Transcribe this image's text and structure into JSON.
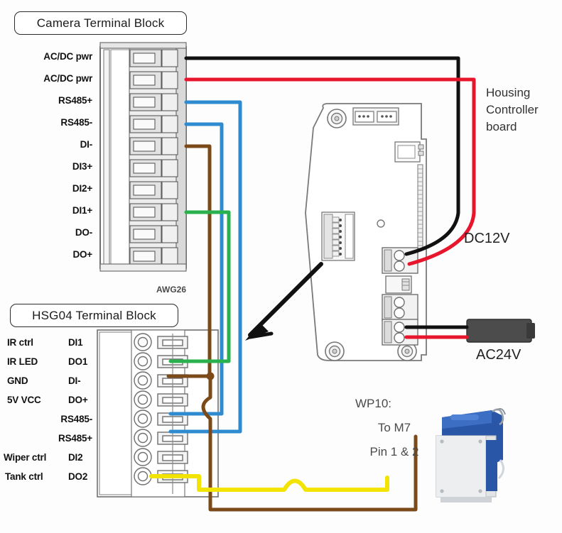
{
  "diagram": {
    "title_boxes": [
      {
        "id": "camera-terminal-block",
        "label": "Camera Terminal Block"
      },
      {
        "id": "hsg04-terminal-block",
        "label": "HSG04 Terminal Block"
      }
    ],
    "camera_block": {
      "pins": [
        {
          "label": "AC/DC pwr",
          "wire": "black"
        },
        {
          "label": "AC/DC pwr",
          "wire": "red"
        },
        {
          "label": "RS485+",
          "wire": "blue"
        },
        {
          "label": "RS485-",
          "wire": "blue"
        },
        {
          "label": "DI-",
          "wire": "brown"
        },
        {
          "label": "DI3+",
          "wire": "none"
        },
        {
          "label": "DI2+",
          "wire": "none"
        },
        {
          "label": "DI1+",
          "wire": "green"
        },
        {
          "label": "DO-",
          "wire": "none"
        },
        {
          "label": "DO+",
          "wire": "none"
        }
      ]
    },
    "hsg04_block": {
      "pins": [
        {
          "function": "IR ctrl",
          "signal": "DI1",
          "wire": "none"
        },
        {
          "function": "IR LED",
          "signal": "DO1",
          "wire": "green"
        },
        {
          "function": "GND",
          "signal": "DI-",
          "wire": "brown"
        },
        {
          "function": "5V VCC",
          "signal": "DO+",
          "wire": "none"
        },
        {
          "function": "",
          "signal": "RS485-",
          "wire": "blue"
        },
        {
          "function": "",
          "signal": "RS485+",
          "wire": "blue"
        },
        {
          "function": "Wiper ctrl",
          "signal": "DI2",
          "wire": "none"
        },
        {
          "function": "Tank ctrl",
          "signal": "DO2",
          "wire": "yellow"
        }
      ]
    },
    "annotations": {
      "awg": "AWG26",
      "housing_controller": "Housing\nController\nboard",
      "housing_controller_lines": [
        "Housing",
        "Controller",
        "board"
      ],
      "dc12v": "DC12V",
      "ac24v": "AC24V",
      "wp10_lines": [
        "WP10:",
        "To M7",
        "Pin 1 & 2"
      ]
    },
    "colors": {
      "black": "#111111",
      "red": "#e8162c",
      "blue": "#2e8bd0",
      "brown": "#7b4a18",
      "green": "#28b14c",
      "yellow": "#f2e400",
      "outline": "#6f6f6f",
      "text": "#1b1b1b"
    }
  }
}
